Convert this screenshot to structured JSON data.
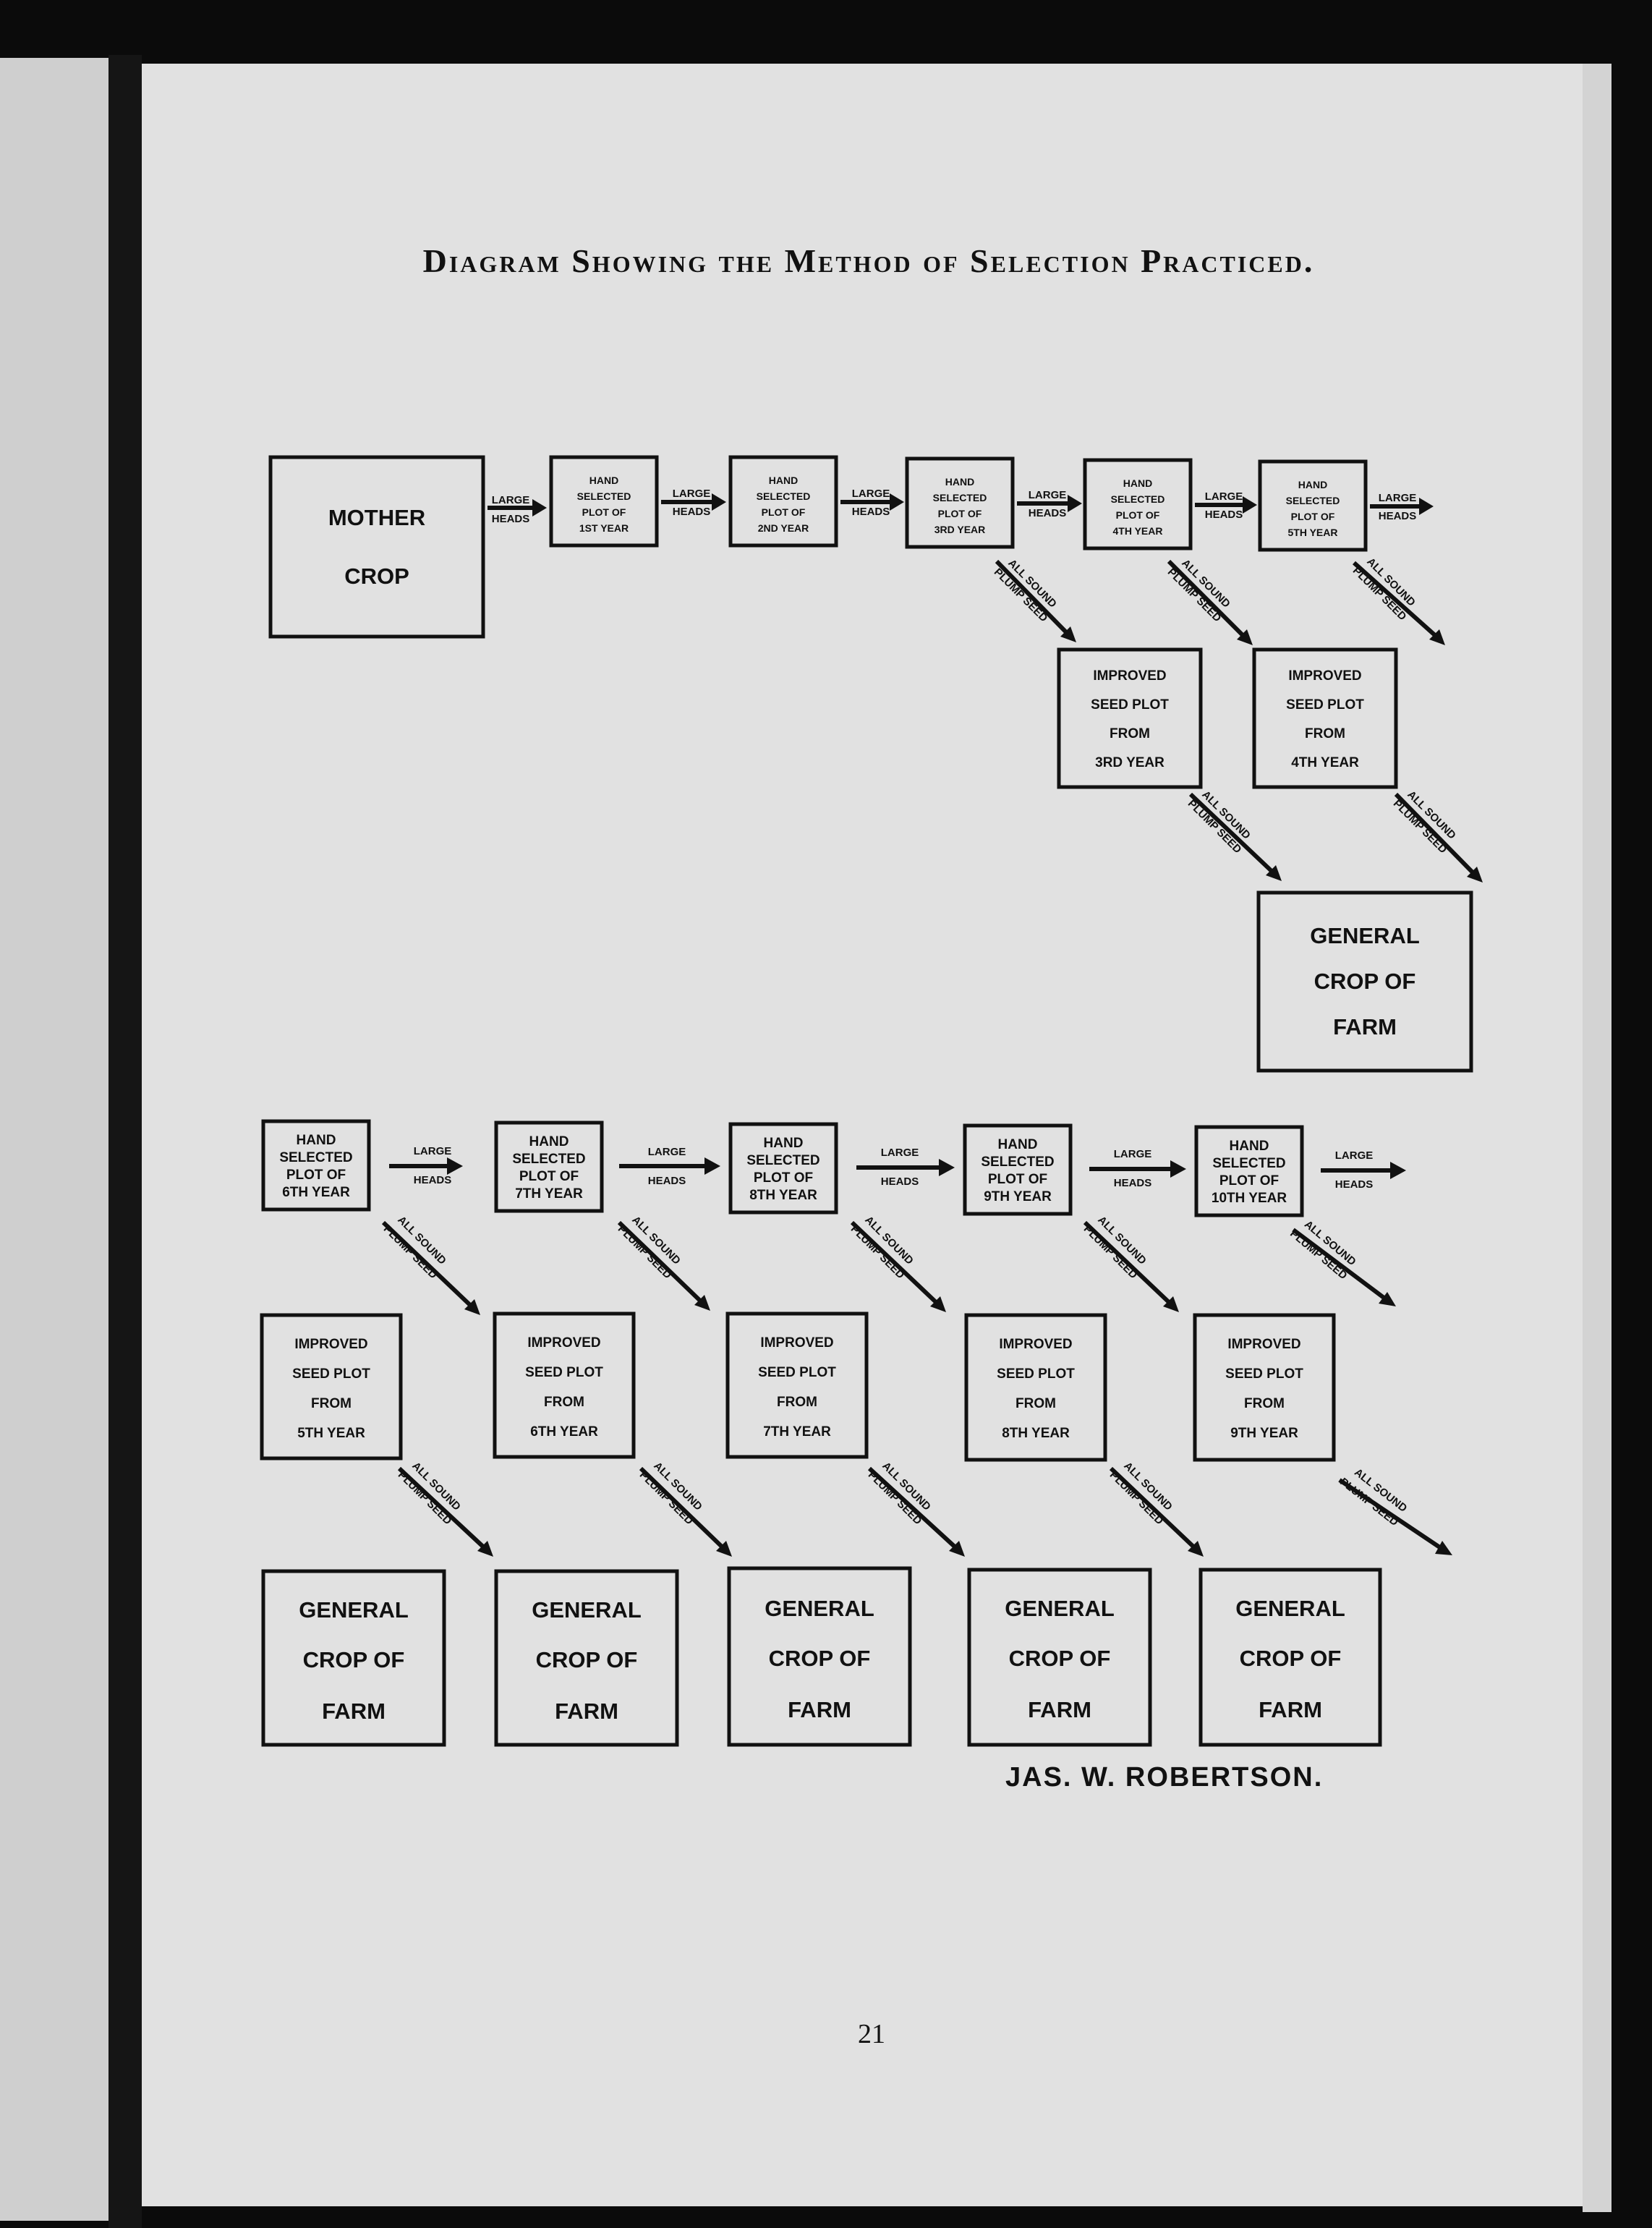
{
  "heading": "Diagram Showing the Method of Selection Practiced.",
  "mother_crop": [
    "MOTHER",
    "CROP"
  ],
  "arrow_top_label": "LARGE",
  "arrow_bottom_label": "HEADS",
  "diag_line1": "ALL SOUND",
  "diag_line2": "PLUMP SEED",
  "hand_selected_top": [
    [
      "HAND",
      "SELECTED",
      "PLOT OF",
      "1ST YEAR"
    ],
    [
      "HAND",
      "SELECTED",
      "PLOT OF",
      "2ND YEAR"
    ],
    [
      "HAND",
      "SELECTED",
      "PLOT OF",
      "3RD YEAR"
    ],
    [
      "HAND",
      "SELECTED",
      "PLOT OF",
      "4TH YEAR"
    ],
    [
      "HAND",
      "SELECTED",
      "PLOT OF",
      "5TH YEAR"
    ]
  ],
  "improved_top": [
    [
      "IMPROVED",
      "SEED PLOT",
      "FROM",
      "3RD YEAR"
    ],
    [
      "IMPROVED",
      "SEED PLOT",
      "FROM",
      "4TH YEAR"
    ]
  ],
  "general_crop": [
    "GENERAL",
    "CROP OF",
    "FARM"
  ],
  "hand_selected_bottom": [
    [
      "HAND",
      "SELECTED",
      "PLOT OF",
      "6TH YEAR"
    ],
    [
      "HAND",
      "SELECTED",
      "PLOT OF",
      "7TH YEAR"
    ],
    [
      "HAND",
      "SELECTED",
      "PLOT OF",
      "8TH YEAR"
    ],
    [
      "HAND",
      "SELECTED",
      "PLOT OF",
      "9TH YEAR"
    ],
    [
      "HAND",
      "SELECTED",
      "PLOT OF",
      "10TH YEAR"
    ]
  ],
  "improved_bottom": [
    [
      "IMPROVED",
      "SEED PLOT",
      "FROM",
      "5TH YEAR"
    ],
    [
      "IMPROVED",
      "SEED PLOT",
      "FROM",
      "6TH YEAR"
    ],
    [
      "IMPROVED",
      "SEED PLOT",
      "FROM",
      "7TH YEAR"
    ],
    [
      "IMPROVED",
      "SEED PLOT",
      "FROM",
      "8TH YEAR"
    ],
    [
      "IMPROVED",
      "SEED PLOT",
      "FROM",
      "9TH YEAR"
    ]
  ],
  "signature": "JAS. W. ROBERTSON.",
  "page_number": "21"
}
